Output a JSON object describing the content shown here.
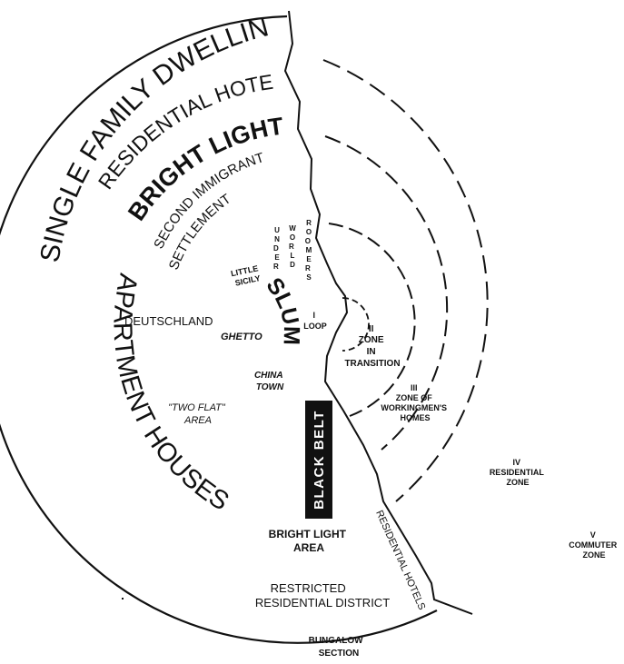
{
  "colors": {
    "ink": "#111111",
    "paper": "#ffffff",
    "belt_text": "#ffffff"
  },
  "arc_labels": {
    "single_family": "SINGLE FAMILY DWELLINGS",
    "residential_hotels": "RESIDENTIAL HOTELS",
    "bright_light_area": "BRIGHT LIGHT AREA",
    "second_immigrant": "SECOND IMMIGRANT",
    "settlement": "SETTLEMENT",
    "apartment_houses": "APARTMENT HOUSES"
  },
  "labels": {
    "little": "LITTLE",
    "sicily": "SICILY",
    "slum": "SLUM",
    "deutschland": "DEUTSCHLAND",
    "ghetto": "GHETTO",
    "china": "CHINA",
    "town": "TOWN",
    "two_flat": "\"TWO FLAT\"",
    "area": "AREA",
    "black_belt": "BLACK BELT",
    "bright_light_area_2_line1": "BRIGHT LIGHT",
    "bright_light_area_2_line2": "AREA",
    "restricted_line1": "RESTRICTED",
    "restricted_line2": "RESIDENTIAL DISTRICT",
    "bungalow_line1": "BUNGALOW",
    "bungalow_line2": "SECTION",
    "residential_hotels_vertical": "RESIDENTIAL HOTELS",
    "underworld": "UNDERWORLD",
    "roomers": "ROOMERS"
  },
  "zones": [
    {
      "numeral": "I",
      "lines": [
        "LOOP"
      ]
    },
    {
      "numeral": "II",
      "lines": [
        "ZONE",
        "IN",
        "TRANSITION"
      ]
    },
    {
      "numeral": "III",
      "lines": [
        "ZONE OF",
        "WORKINGMEN'S",
        "HOMES"
      ]
    },
    {
      "numeral": "IV",
      "lines": [
        "RESIDENTIAL",
        "ZONE"
      ]
    },
    {
      "numeral": "V",
      "lines": [
        "COMMUTER",
        "ZONE"
      ]
    }
  ]
}
